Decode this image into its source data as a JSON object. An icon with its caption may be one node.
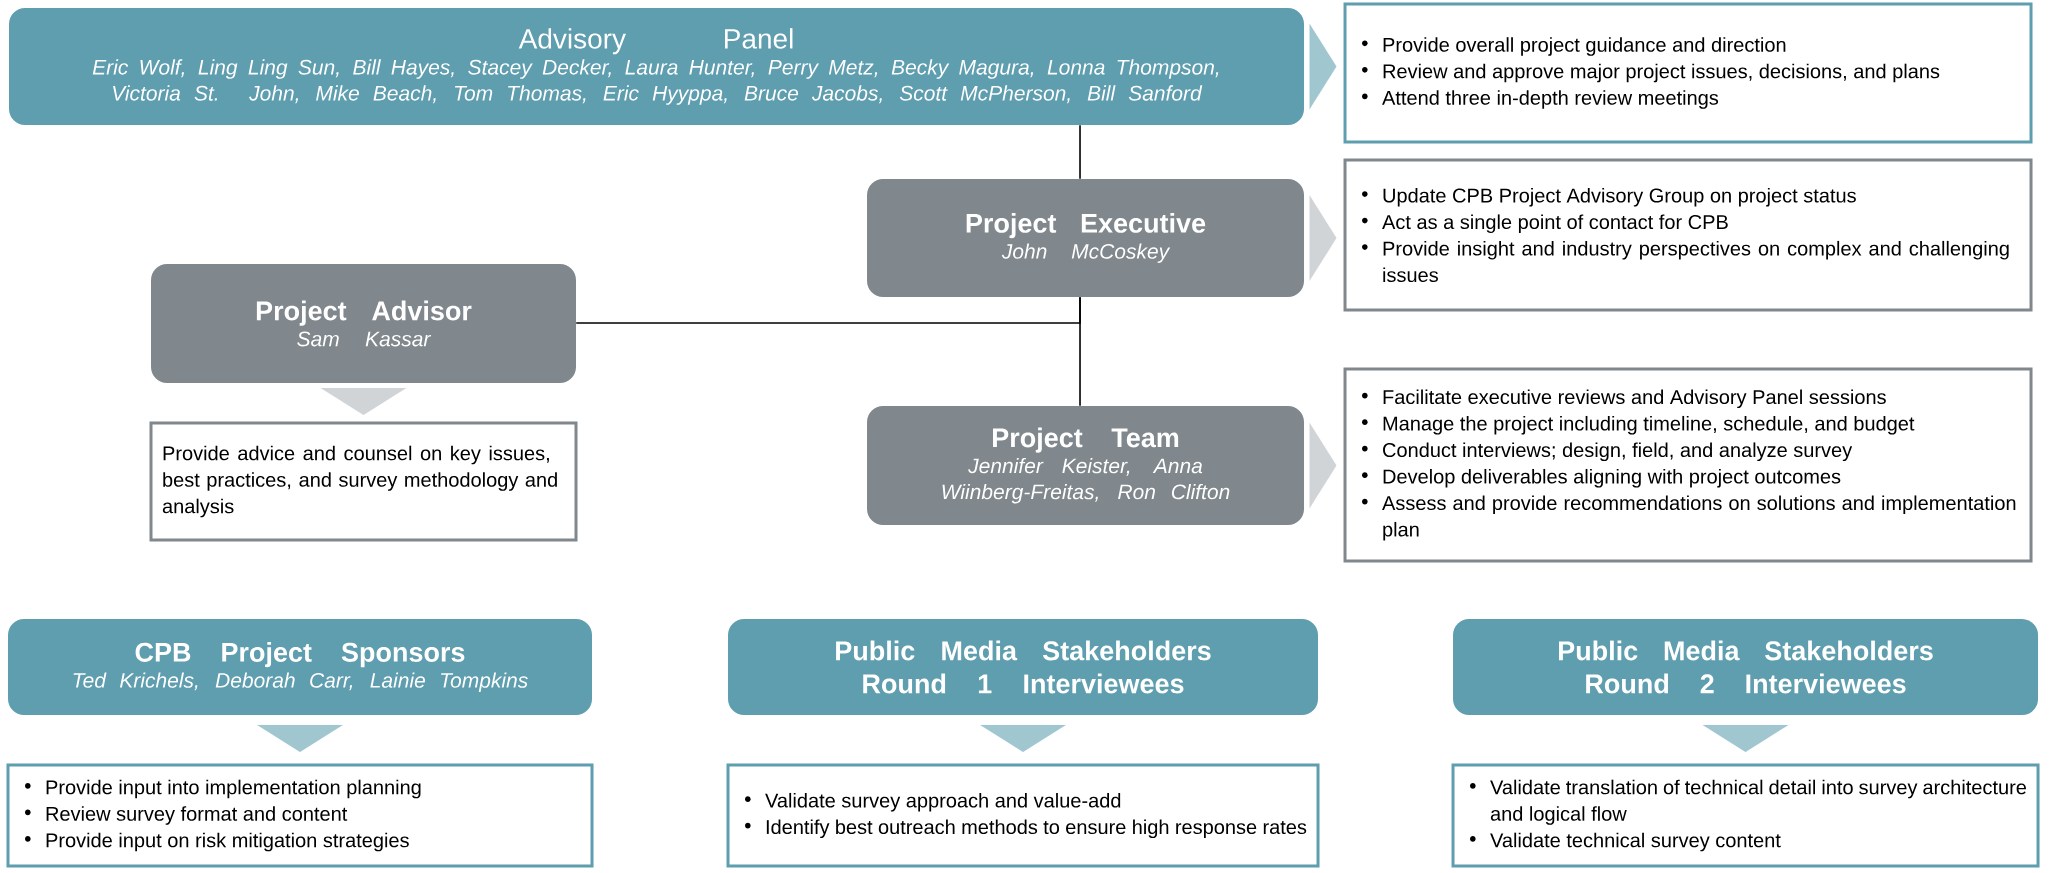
{
  "diagram": {
    "nodes": [
      {
        "text": [
          "Advisory Panel",
          "Eric Wolf, Ling Ling Sun, Bill Hayes, Stacey Decker, Laura Hunter, Perry Metz, Becky Magura, Lonna Thompson, Victoria St. John, Mike Beach, Tom Thomas, Eric Hyyppa, Bruce Jacobs, Scott McPherson, Bill Sanford"
        ]
      },
      {
        "text": [
          "Provide overall project guidance and direction",
          "Review and approve major project issues, decisions, and plans",
          "Attend three in-depth review meetings"
        ]
      },
      {
        "text": [
          "Project Executive",
          "John McCoskey"
        ]
      },
      {
        "text": [
          "Update CPB Project Advisory Group on project status",
          "Act as a single point of contact for CPB",
          "Provide insight and industry perspectives on complex and challenging issues"
        ]
      },
      {
        "text": [
          "Project Advisor",
          "Sam Kassar"
        ]
      },
      {
        "text": [
          "Provide advice and counsel on key issues, best practices, and survey methodology and analysis"
        ]
      },
      {
        "text": [
          "Project Team",
          "Jennifer Keister, Anna Wiinberg-Freitas, Ron Clifton"
        ]
      },
      {
        "text": [
          "Facilitate executive reviews and Advisory Panel sessions",
          "Manage the project including timeline, schedule, and budget",
          "Conduct interviews; design, field, and analyze survey",
          "Develop deliverables aligning with project outcomes",
          "Assess and provide recommendations on solutions and implementation plan"
        ]
      },
      {
        "text": [
          "CPB Project Sponsors",
          "Ted Krichels, Deborah Carr, Lainie Tompkins"
        ]
      },
      {
        "text": [
          "Provide input into implementation planning",
          "Review survey format and content",
          "Provide input on risk mitigation strategies"
        ]
      },
      {
        "text": [
          "Public Media Stakeholders Round 1 Interviewees"
        ]
      },
      {
        "text": [
          "Validate survey approach and value-add",
          "Identify best outreach methods to ensure high response rates"
        ]
      },
      {
        "text": [
          "Public Media Stakeholders Round 2 Interviewees"
        ]
      },
      {
        "text": [
          "Validate translation of technical detail into survey architecture and logical flow",
          "Validate technical survey content"
        ]
      }
    ],
    "edges": [
      {
        "from": 0,
        "to": 1,
        "arrow": "to",
        "color": "#a0c6d0"
      },
      {
        "from": 0,
        "to": 2,
        "arrow": "none"
      },
      {
        "from": 2,
        "to": 3,
        "arrow": "to",
        "color": "#d0d4d7"
      },
      {
        "from": 4,
        "to": 2,
        "arrow": "none"
      },
      {
        "from": 4,
        "to": 5,
        "arrow": "to",
        "color": "#d0d4d7"
      },
      {
        "from": 2,
        "to": 6,
        "arrow": "none"
      },
      {
        "from": 6,
        "to": 7,
        "arrow": "to",
        "color": "#d0d4d7"
      },
      {
        "from": 8,
        "to": 9,
        "arrow": "to",
        "color": "#a0c6d0"
      },
      {
        "from": 10,
        "to": 11,
        "arrow": "to",
        "color": "#a0c6d0"
      },
      {
        "from": 12,
        "to": 13,
        "arrow": "to",
        "color": "#a0c6d0"
      }
    ]
  }
}
